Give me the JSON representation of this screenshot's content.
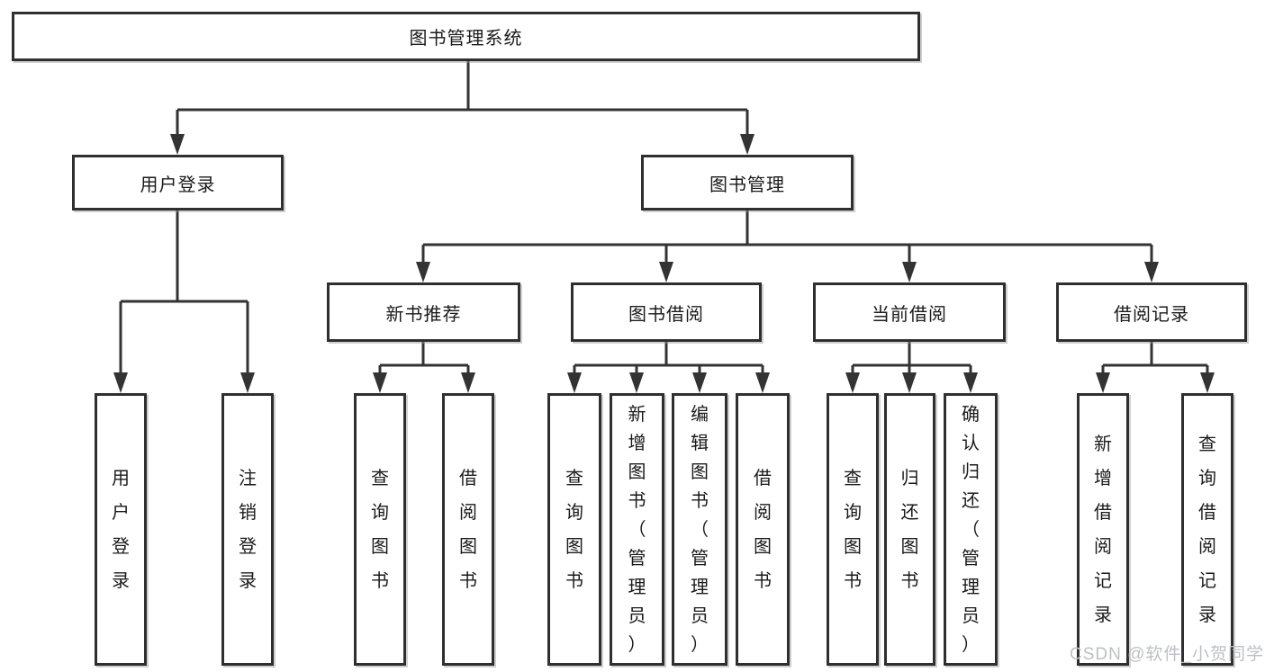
{
  "tree": {
    "label": "图书管理系统",
    "children": [
      {
        "label": "用户登录",
        "children": [
          {
            "label": "用户登录"
          },
          {
            "label": "注销登录"
          }
        ]
      },
      {
        "label": "图书管理",
        "children": [
          {
            "label": "新书推荐",
            "children": [
              {
                "label": "查询图书"
              },
              {
                "label": "借阅图书"
              }
            ]
          },
          {
            "label": "图书借阅",
            "children": [
              {
                "label": "查询图书"
              },
              {
                "label": "新增图书（管理员）"
              },
              {
                "label": "编辑图书（管理员）"
              },
              {
                "label": "借阅图书"
              }
            ]
          },
          {
            "label": "当前借阅",
            "children": [
              {
                "label": "查询图书"
              },
              {
                "label": "归还图书"
              },
              {
                "label": "确认归还（管理员）"
              }
            ]
          },
          {
            "label": "借阅记录",
            "children": [
              {
                "label": "新增借阅记录"
              },
              {
                "label": "查询借阅记录"
              }
            ]
          }
        ]
      }
    ]
  },
  "watermark": {
    "text": "CSDN @软件_小贺同学"
  },
  "colors": {
    "line": "#333333",
    "border": "#2f2f2f",
    "text": "#1a1a1a",
    "watermark": "#bcc0c6",
    "background": "#ffffff"
  }
}
